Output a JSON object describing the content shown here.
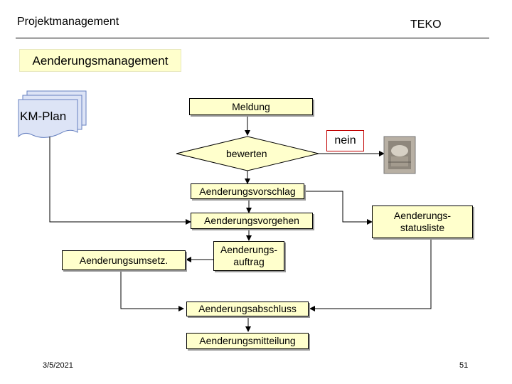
{
  "header": {
    "left_title": "Projektmanagement",
    "right_title": "TEKO"
  },
  "section_title": "Aenderungsmanagement",
  "document_stack": {
    "label": "KM-Plan"
  },
  "nodes": {
    "meldung": "Meldung",
    "bewerten": "bewerten",
    "nein": "nein",
    "vorschlag": "Aenderungsvorschlag",
    "vorgehen": "Aenderungsvorgehen",
    "statusliste_l1": "Aenderungs-",
    "statusliste_l2": "statusliste",
    "umsetz": "Aenderungsumsetz.",
    "auftrag_l1": "Aenderungs-",
    "auftrag_l2": "auftrag",
    "abschluss": "Aenderungsabschluss",
    "mitteilung": "Aenderungsmitteilung"
  },
  "footer": {
    "date": "3/5/2021",
    "page": "51"
  }
}
